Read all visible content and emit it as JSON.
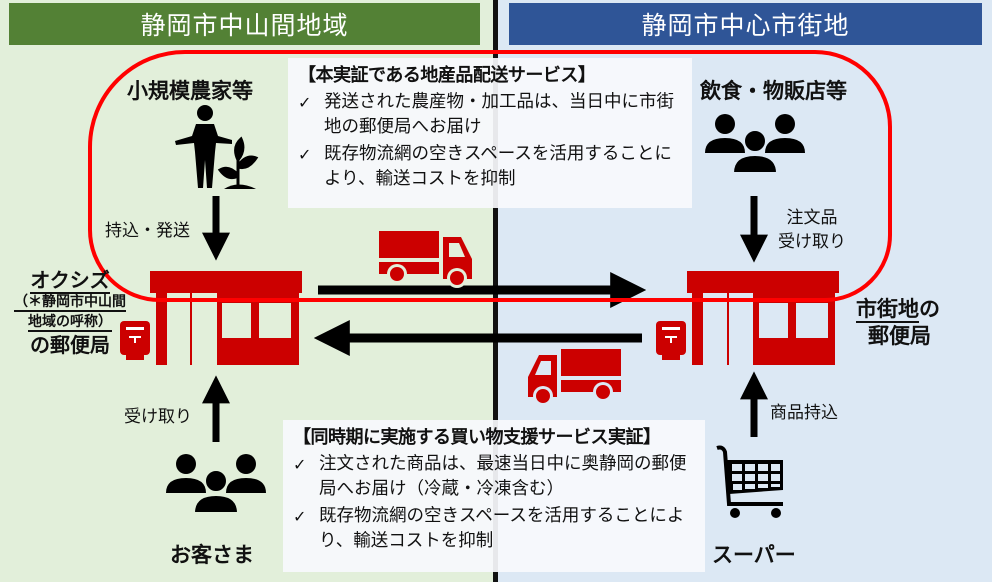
{
  "headers": {
    "left": "静岡市中山間地域",
    "right": "静岡市中心市街地"
  },
  "colors": {
    "left_bg": "#e2efda",
    "right_bg": "#dce8f4",
    "left_header": "#538135",
    "right_header": "#2f5597",
    "accent_red": "#cc0000",
    "loop_red": "#ff0000"
  },
  "info_top": {
    "title": "【本実証である地産品配送サービス】",
    "items": [
      "発送された農産物・加工品は、当日中に市街地の郵便局へお届け",
      "既存物流網の空きスペースを活用することにより、輸送コストを抑制"
    ]
  },
  "info_bottom": {
    "title": "【同時期に実施する買い物支援サービス実証】",
    "items": [
      "注文された商品は、最速当日中に奥静岡の郵便局へお届け（冷蔵・冷凍含む）",
      "既存物流網の空きスペースを活用することにより、輸送コストを抑制"
    ]
  },
  "check_mark": "✓",
  "nodes": {
    "farmers": "小規模農家等",
    "restaurants": "飲食・物販店等",
    "okushizu_office": {
      "line1": "オクシズ",
      "line2": "（＊静岡市中山間",
      "line3": "地域の呼称）",
      "line4": "の郵便局"
    },
    "city_office": {
      "line1": "市街地",
      "line1_suffix": "の",
      "line2": "郵便局"
    },
    "customers": "お客さま",
    "supermarket": "スーパー"
  },
  "flows": {
    "bring_ship": "持込・発送",
    "order_receive_1": "注文品",
    "order_receive_2": "受け取り",
    "receive": "受け取り",
    "goods_bring": "商品持込"
  }
}
